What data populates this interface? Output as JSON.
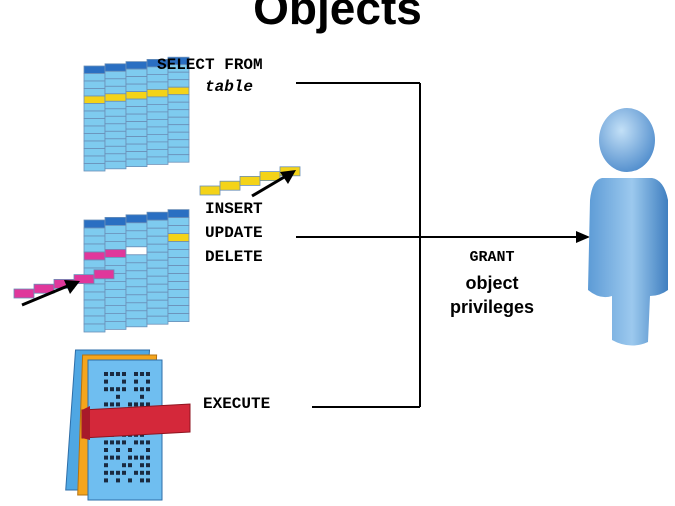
{
  "title": "Objects",
  "select_label": "SELECT FROM",
  "select_object": "table",
  "insert_label": "INSERT",
  "update_label": "UPDATE",
  "delete_label": "DELETE",
  "execute_label": "EXECUTE",
  "grant_label": "GRANT",
  "object_label": "object",
  "privileges_label": "privileges",
  "colors": {
    "cell": "#7ecbef",
    "cell_border": "#6a8fb8",
    "header": "#2a6fc2",
    "highlight": "#f4d318",
    "magenta": "#e0379b",
    "person": "#7fb8e6",
    "ribbon": "#d4283a"
  }
}
